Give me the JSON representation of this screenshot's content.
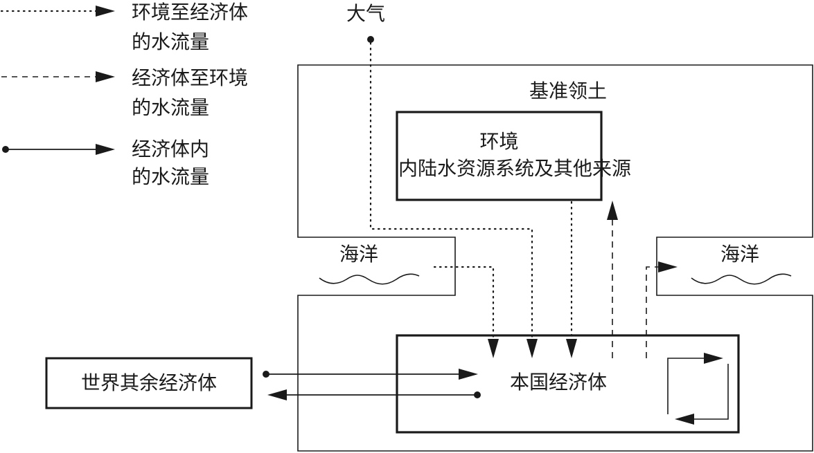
{
  "legend": [
    {
      "style": "dotted",
      "line1": "环境至经济体",
      "line2": "的水流量"
    },
    {
      "style": "dashed",
      "line1": "经济体至环境",
      "line2": "的水流量"
    },
    {
      "style": "solid",
      "line1": "经济体内",
      "line2": "的水流量"
    }
  ],
  "nodes": {
    "atmosphere": "大气",
    "reference_territory": "基准领土",
    "environment_title": "环境",
    "environment_subtitle": "内陆水资源系统及其他来源",
    "ocean_left": "海洋",
    "ocean_right": "海洋",
    "home_economy": "本国经济体",
    "rest_of_world": "世界其余经济体"
  },
  "colors": {
    "stroke": "#1a1a1a",
    "background": "#ffffff"
  }
}
